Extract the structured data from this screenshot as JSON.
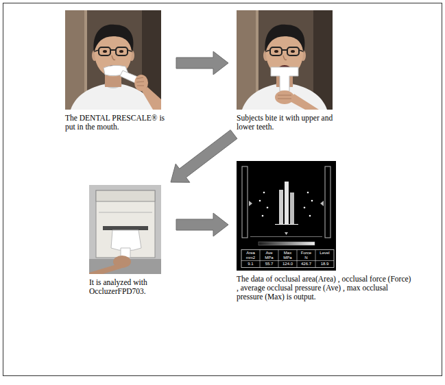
{
  "diagram": {
    "nodes": [
      {
        "text": [
          "The DENTAL PRESCALE® is put in the mouth."
        ]
      },
      {
        "text": [
          "Subjects bite it with upper and lower teeth."
        ]
      },
      {
        "text": [
          "It is analyzed with OccluzerFPD703."
        ]
      },
      {
        "text": [
          "The data of occlusal area(Area) , occlusal force (Force) , average occlusal pressure (Ave) , max occlusal pressure (Max) is output."
        ]
      }
    ],
    "edges": [
      {
        "from": 0,
        "to": 1,
        "arrow": "to"
      },
      {
        "from": 1,
        "to": 2,
        "arrow": "to"
      },
      {
        "from": 2,
        "to": 3,
        "arrow": "to"
      }
    ],
    "labels": [
      "Area",
      "Ave",
      "Max",
      "Force",
      "Level",
      "mm2",
      "MPa",
      "MPa",
      "N",
      "9.1",
      "55.7",
      "124.0",
      "426.7",
      "18.9"
    ]
  }
}
